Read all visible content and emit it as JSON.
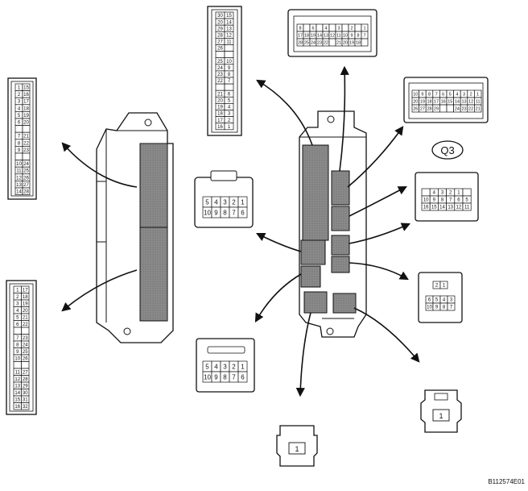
{
  "figure_ref": "B112574E01",
  "ecu_label": "Q3",
  "connectors": {
    "left_a": {
      "pins": [
        [
          "1",
          "15"
        ],
        [
          "2",
          "16"
        ],
        [
          "3",
          "17"
        ],
        [
          "4",
          "18"
        ],
        [
          "5",
          "19"
        ],
        [
          "6",
          "20"
        ],
        [
          "",
          ""
        ],
        [
          "7",
          "21"
        ],
        [
          "8",
          "22"
        ],
        [
          "9",
          "23"
        ],
        [
          "",
          ""
        ],
        [
          "10",
          "24"
        ],
        [
          "11",
          "25"
        ],
        [
          "12",
          "26"
        ],
        [
          "13",
          "27"
        ],
        [
          "14",
          "28"
        ]
      ]
    },
    "left_b": {
      "pins": [
        [
          "1",
          "17"
        ],
        [
          "2",
          "18"
        ],
        [
          "3",
          "19"
        ],
        [
          "4",
          "20"
        ],
        [
          "5",
          "21"
        ],
        [
          "6",
          "22"
        ],
        [
          "",
          ""
        ],
        [
          "7",
          "23"
        ],
        [
          "8",
          "24"
        ],
        [
          "9",
          "25"
        ],
        [
          "10",
          "26"
        ],
        [
          "",
          ""
        ],
        [
          "11",
          "27"
        ],
        [
          "12",
          "28"
        ],
        [
          "13",
          "29"
        ],
        [
          "14",
          "30"
        ],
        [
          "15",
          "31"
        ],
        [
          "16",
          "32"
        ]
      ]
    },
    "top_tall": {
      "pins": [
        [
          "30",
          "15"
        ],
        [
          "20",
          "14"
        ],
        [
          "29",
          "13"
        ],
        [
          "28",
          "12"
        ],
        [
          "27",
          "11"
        ],
        [
          "26",
          ""
        ],
        [
          "",
          ""
        ],
        [
          "25",
          "10"
        ],
        [
          "24",
          "9"
        ],
        [
          "23",
          "8"
        ],
        [
          "22",
          "7"
        ],
        [
          "",
          ""
        ],
        [
          "21",
          "6"
        ],
        [
          "20",
          "5"
        ],
        [
          "19",
          "4"
        ],
        [
          "18",
          "3"
        ],
        [
          "17",
          "2"
        ],
        [
          "16",
          "1"
        ]
      ]
    },
    "top_wide": {
      "rows": [
        [
          "8",
          "",
          "6",
          "",
          "4",
          "",
          "3",
          "",
          "2",
          "",
          "1"
        ],
        [
          "17",
          "18",
          "19",
          "14",
          "13",
          "12",
          "11",
          "10",
          "9",
          "8",
          "7"
        ],
        [
          "28",
          "25",
          "24",
          "23",
          "22",
          "",
          "21",
          "20",
          "19",
          "18",
          ""
        ]
      ]
    },
    "right_wide": {
      "rows": [
        [
          "10",
          "9",
          "8",
          "7",
          "6",
          "5",
          "4",
          "3",
          "2",
          "1"
        ],
        [
          "20",
          "19",
          "18",
          "17",
          "16",
          "15",
          "14",
          "13",
          "12",
          "11"
        ],
        [
          "26",
          "27",
          "28",
          "29",
          "",
          "",
          "24",
          "23",
          "22",
          "21"
        ]
      ]
    },
    "mid_6": {
      "rows": [
        [
          "5",
          "4",
          "3",
          "2",
          "1"
        ],
        [
          "10",
          "9",
          "8",
          "7",
          "6"
        ]
      ]
    },
    "right_16": {
      "rows": [
        [
          "",
          "4",
          "3",
          "2",
          "1",
          ""
        ],
        [
          "10",
          "9",
          "8",
          "7",
          "6",
          "5"
        ],
        [
          "16",
          "15",
          "14",
          "13",
          "12",
          "11"
        ]
      ]
    },
    "right_10": {
      "rows": [
        [
          "2",
          "1"
        ],
        [
          "6",
          "5",
          "4",
          "3"
        ],
        [
          "10",
          "9",
          "8",
          "7"
        ]
      ]
    },
    "bottom_10": {
      "rows": [
        [
          "5",
          "4",
          "3",
          "2",
          "1"
        ],
        [
          "10",
          "9",
          "8",
          "7",
          "6"
        ]
      ]
    },
    "single_a": {
      "pin": "1"
    },
    "single_b": {
      "pin": "1"
    }
  },
  "colors": {
    "line": "#111111",
    "block_fill": "#8c8c8c"
  }
}
